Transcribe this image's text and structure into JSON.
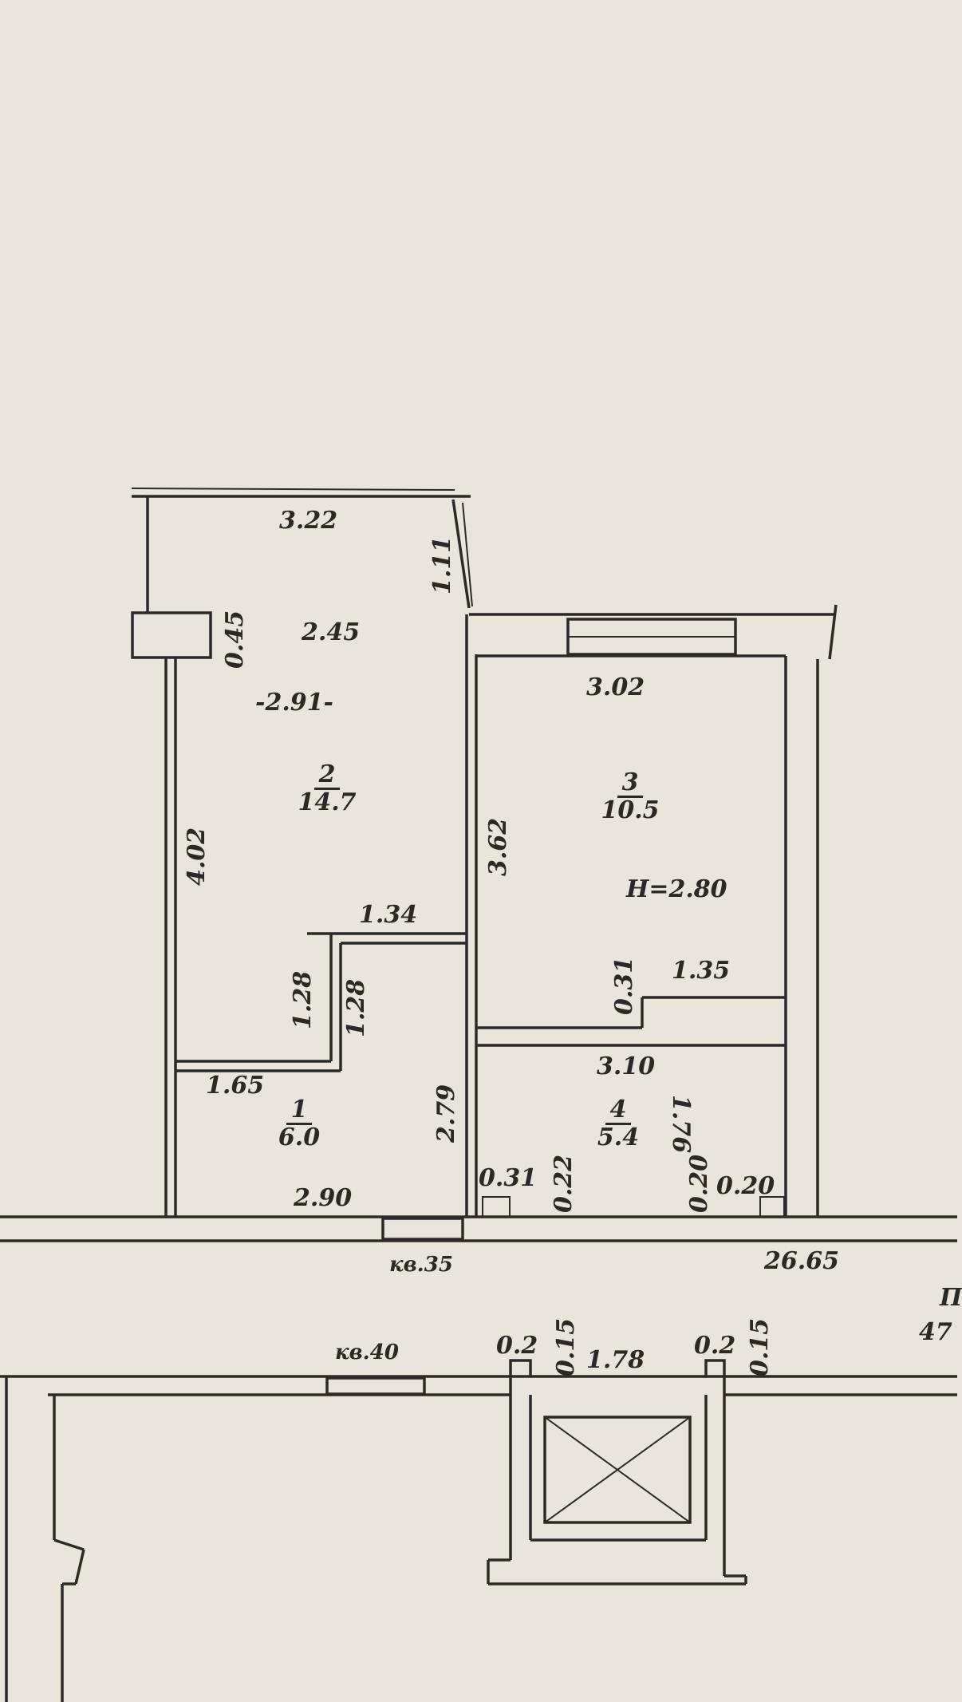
{
  "plan": {
    "rooms": [
      {
        "id": "1",
        "area": "6.0"
      },
      {
        "id": "2",
        "area": "14.7"
      },
      {
        "id": "3",
        "area": "10.5"
      },
      {
        "id": "4",
        "area": "5.4"
      }
    ],
    "ceiling_height": "H=2.80",
    "dimensions": {
      "d_3_22": "3.22",
      "d_1_11": "1.11",
      "d_0_45": "0.45",
      "d_2_45": "2.45",
      "d_2_91": "-2.91-",
      "d_4_02": "4.02",
      "d_1_34": "1.34",
      "d_1_28a": "1.28",
      "d_1_28b": "1.28",
      "d_1_65": "1.65",
      "d_2_79": "2.79",
      "d_2_90": "2.90",
      "d_3_02": "3.02",
      "d_3_62": "3.62",
      "d_0_31a": "0.31",
      "d_1_35": "1.35",
      "d_3_10": "3.10",
      "d_1_76": "1.76",
      "d_0_31b": "0.31",
      "d_0_22": "0.22",
      "d_0_20a": "0.20",
      "d_0_20b": "0.20",
      "d_26_65": "26.65",
      "d_0_2a": "0.2",
      "d_0_15a": "0.15",
      "d_1_78": "1.78",
      "d_0_2b": "0.2",
      "d_0_15b": "0.15"
    },
    "apartments": {
      "kv35": "кв.35",
      "kv40": "кв.40"
    },
    "edge_text": {
      "p_letter": "П",
      "p_number": "47"
    }
  }
}
